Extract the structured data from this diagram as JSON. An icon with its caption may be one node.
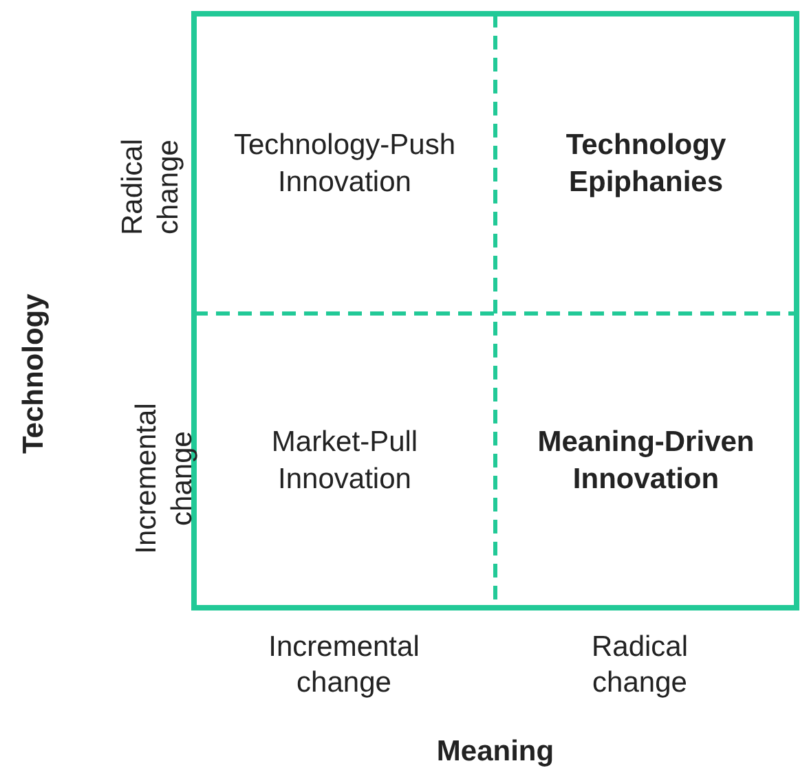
{
  "diagram": {
    "nodes": [
      {
        "text": [
          "Technology-Push Innovation"
        ]
      },
      {
        "text": [
          "Technology Epiphanies"
        ]
      },
      {
        "text": [
          "Market-Pull Innovation"
        ]
      },
      {
        "text": [
          "Meaning-Driven Innovation"
        ]
      }
    ],
    "labels": [
      "Technology",
      "Radical change",
      "Incremental change",
      "Incremental change",
      "Radical change",
      "Meaning"
    ]
  }
}
